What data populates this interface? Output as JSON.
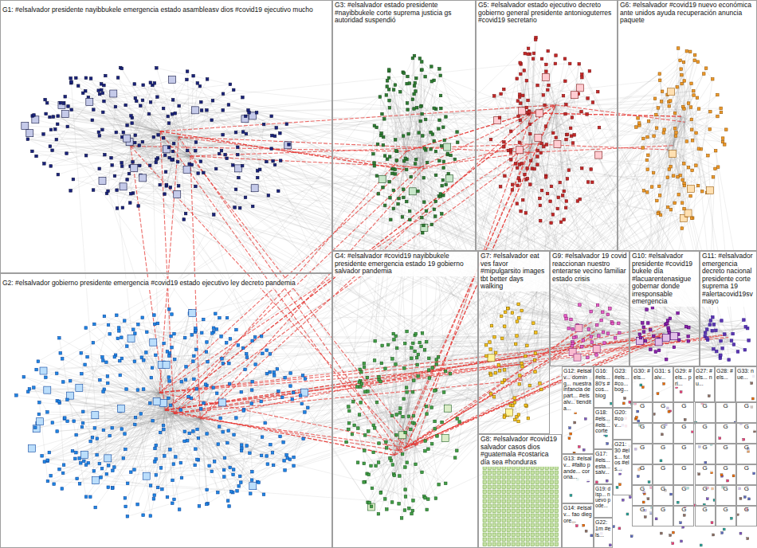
{
  "diagram": {
    "nodes": [
      {
        "text": [
          "G1: #elsalvador presidente nayibbukele emergencia estado asambleasv dios #covid19 ejecutivo mucho"
        ]
      },
      {
        "text": [
          "G3: #elsalvador estado presidente #nayibbukele corte suprema justicia gs autoridad suspendió"
        ]
      },
      {
        "text": [
          "G5: #elsalvador estado ejecutivo decreto gobierno general presidente antonioguterres #covid19 secretario"
        ]
      },
      {
        "text": [
          "G6: #elsalvador #covid19 nuevo económica ante unidos ayuda recuperación anuncia paquete"
        ]
      },
      {
        "text": [
          "G2: #elsalvador gobierno presidente emergencia #covid19 estado ejecutivo ley decreto pandemia"
        ]
      },
      {
        "text": [
          "G4: #elsalvador #covid19 nayibbukele presidente emergencia estado 19 gobierno salvador pandemia"
        ]
      },
      {
        "text": [
          "G7: #elsalvador eat ves favor #mipulgarsito images tbt better days walking"
        ]
      },
      {
        "text": [
          "G9: #elsalvador 19 covid reaccionan nuestro enterarse vecino familiar estado crisis"
        ]
      },
      {
        "text": [
          "G10: #elsalvador presidente #covid19 bukele día #lacuarentenasigue gobernar donde irresponsable emergencia"
        ]
      },
      {
        "text": [
          "G11: #elsalvador emergencia decreto nacional presidente corte suprema 19 #alertacovid19sv mayo"
        ]
      },
      {
        "text": [
          "G8: #elsalvador #covid19 salvador casos dios #guatemala #costarica día sea #honduras"
        ]
      },
      {
        "text": [
          "G12: #elsalv... doming... nuestra infancia depart... #elsalv... tiendita..."
        ]
      },
      {
        "text": [
          "G13: #elsalv... #falto pande... corona..."
        ]
      },
      {
        "text": [
          "G14: #elsalv... fao diegore..."
        ]
      },
      {
        "text": [
          "G16: #els... 80's #cos... blog"
        ]
      },
      {
        "text": [
          "G18: #els... #els... corte"
        ]
      },
      {
        "text": [
          "G17: #els... esta... salv..."
        ]
      },
      {
        "text": [
          "G19: disp... nuevo pode..."
        ]
      },
      {
        "text": [
          "G22: 1m #els..."
        ]
      },
      {
        "text": [
          "G23: #els... #co... bog..."
        ]
      },
      {
        "text": [
          "G20: #cov..."
        ]
      },
      {
        "text": [
          "G21: 30 #els... fotos #els..."
        ]
      },
      {
        "text": [
          "G30: #els..."
        ]
      },
      {
        "text": [
          "G31: salv..."
        ]
      },
      {
        "text": [
          "G29: #els... pri..."
        ]
      },
      {
        "text": [
          "G27: #els... nu..."
        ]
      },
      {
        "text": [
          "G28: #els..."
        ]
      },
      {
        "text": [
          "G33: nue..."
        ]
      },
      {
        "text": [
          "G"
        ]
      },
      {
        "text": [
          "G"
        ]
      },
      {
        "text": [
          "G"
        ]
      },
      {
        "text": [
          "G"
        ]
      },
      {
        "text": [
          "G"
        ]
      },
      {
        "text": [
          "G"
        ]
      },
      {
        "text": [
          "G"
        ]
      },
      {
        "text": [
          "G"
        ]
      },
      {
        "text": [
          "G"
        ]
      },
      {
        "text": [
          "G"
        ]
      },
      {
        "text": [
          "G"
        ]
      },
      {
        "text": [
          "G"
        ]
      },
      {
        "text": [
          "G"
        ]
      },
      {
        "text": [
          "G"
        ]
      },
      {
        "text": [
          "G"
        ]
      },
      {
        "text": [
          "G"
        ]
      },
      {
        "text": [
          "G"
        ]
      },
      {
        "text": [
          "G"
        ]
      },
      {
        "text": [
          "G"
        ]
      },
      {
        "text": [
          "G"
        ]
      },
      {
        "text": [
          "G"
        ]
      },
      {
        "text": [
          "G"
        ]
      },
      {
        "text": [
          "G"
        ]
      },
      {
        "text": [
          "G"
        ]
      },
      {
        "text": [
          "G"
        ]
      },
      {
        "text": [
          "G"
        ]
      },
      {
        "text": [
          "G"
        ]
      },
      {
        "text": [
          "G"
        ]
      },
      {
        "text": [
          "G"
        ]
      },
      {
        "text": [
          "G"
        ]
      },
      {
        "text": [
          "G"
        ]
      },
      {
        "text": [
          "G"
        ]
      },
      {
        "text": [
          "G"
        ]
      },
      {
        "text": [
          "G"
        ]
      },
      {
        "text": [
          "G"
        ]
      },
      {
        "text": [
          "G"
        ]
      }
    ]
  }
}
